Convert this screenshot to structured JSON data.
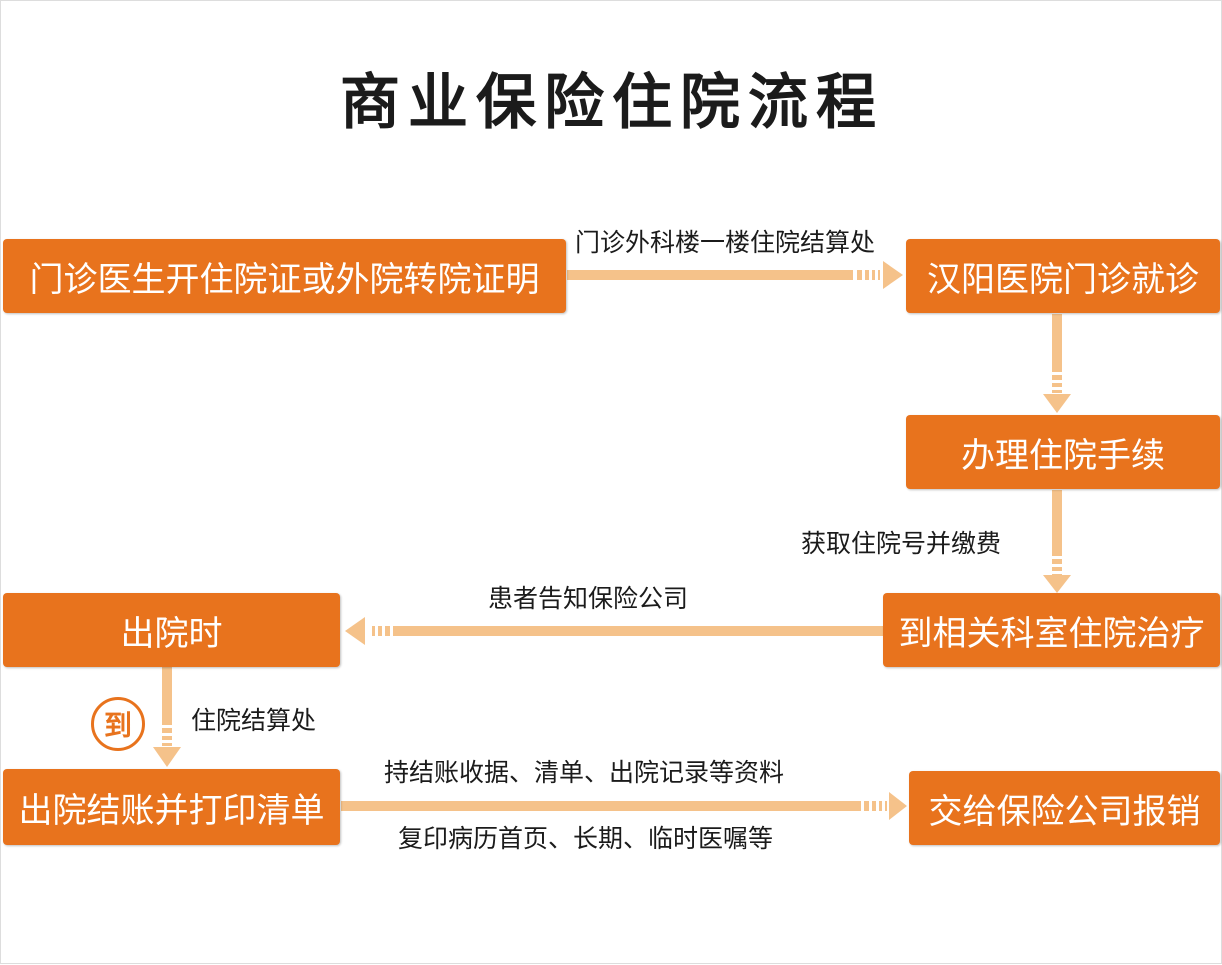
{
  "title": "商业保险住院流程",
  "colors": {
    "box_fill": "#e8731d",
    "arrow": "#f5c28a",
    "text_dark": "#1b1b1b"
  },
  "boxes": {
    "doctor_certificate": "门诊医生开住院证或外院转院证明",
    "hanyang_outpatient": "汉阳医院门诊就诊",
    "admission_procedures": "办理住院手续",
    "ward_treatment": "到相关科室住院治疗",
    "discharge": "出院时",
    "discharge_settlement": "出院结账并打印清单",
    "submit_claim": "交给保险公司报销"
  },
  "labels": {
    "outpatient_location": "门诊外科楼一楼住院结算处",
    "get_number_pay": "获取住院号并缴费",
    "notify_insurer": "患者告知保险公司",
    "settlement_office": "住院结算处",
    "bring_documents": "持结账收据、清单、出院记录等资料",
    "copy_records": "复印病历首页、长期、临时医嘱等"
  },
  "seal_text": "到"
}
